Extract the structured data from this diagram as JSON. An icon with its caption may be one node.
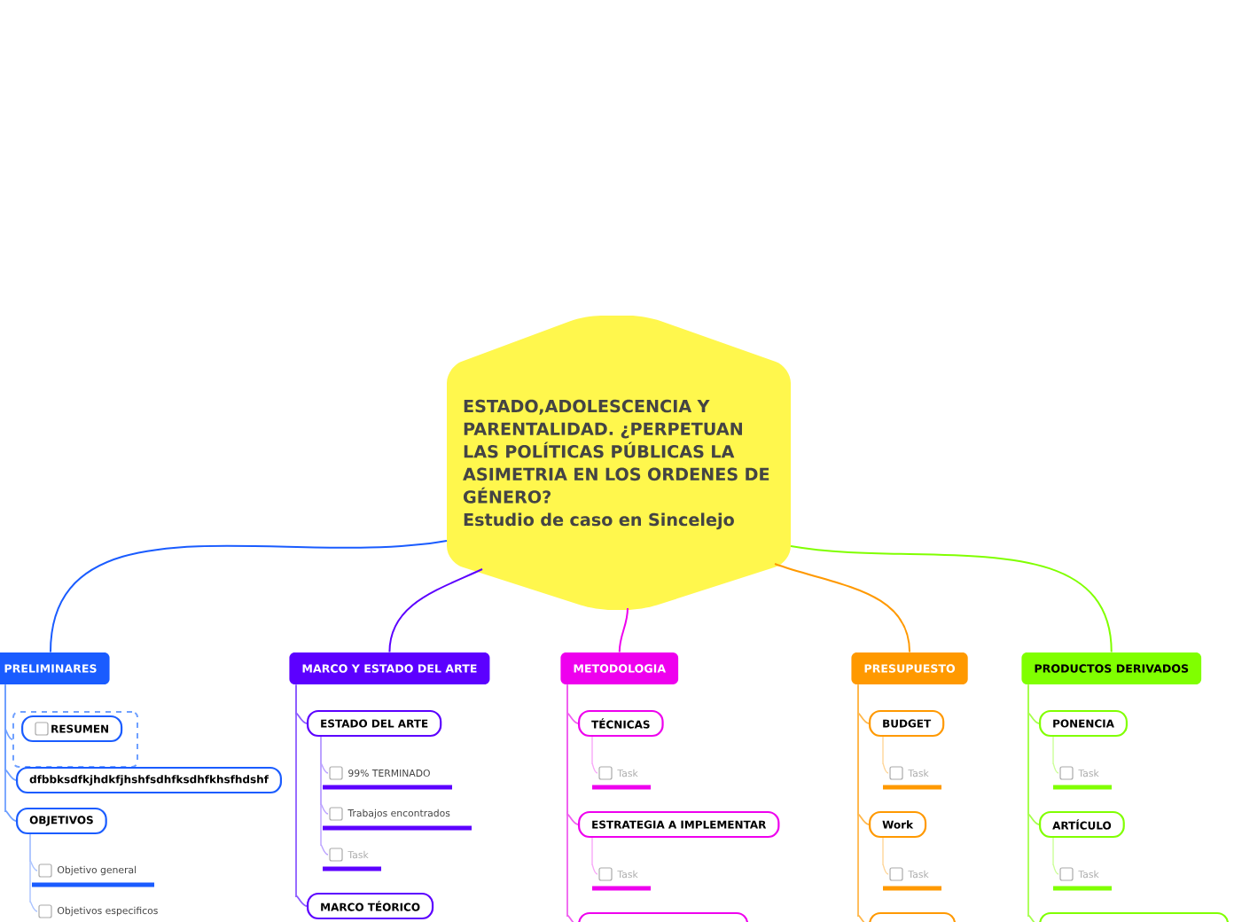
{
  "diagram": {
    "nodes": [
      {
        "text": [
          "ESTADO,ADOLESCENCIA Y PARENTALIDAD. ¿PERPETUAN LAS POLÍTICAS PÚBLICAS LA ASIMETRIA EN LOS ORDENES DE GÉNERO?",
          "Estudio de caso en Sincelejo"
        ]
      },
      {
        "text": [
          "PRELIMINARES"
        ]
      },
      {
        "text": [
          "MARCO Y ESTADO DEL ARTE"
        ]
      },
      {
        "text": [
          "METODOLOGIA"
        ]
      },
      {
        "text": [
          "PRESUPUESTO"
        ]
      },
      {
        "text": [
          "PRODUCTOS DERIVADOS"
        ]
      },
      {
        "text": [],
        "shape": "box"
      },
      {
        "text": [
          "RESUMEN"
        ],
        "in": 6
      },
      {
        "text": [
          "dfbbksdfkjhdkfjhshfsdhfksdhfkhsfhdshf"
        ]
      },
      {
        "text": [
          "OBJETIVOS"
        ]
      },
      {
        "text": [
          "Objetivo general"
        ]
      },
      {
        "text": [
          "Objetivos especificos"
        ]
      },
      {
        "text": [
          "ESTADO  DEL ARTE"
        ]
      },
      {
        "text": [
          "99% TERMINADO"
        ]
      },
      {
        "text": [
          "Trabajos encontrados"
        ]
      },
      {
        "text": [
          "Task"
        ]
      },
      {
        "text": [
          "MARCO TÉORICO"
        ]
      },
      {
        "text": [
          "TÉCNICAS"
        ]
      },
      {
        "text": [
          "Task"
        ]
      },
      {
        "text": [
          "ESTRATEGIA A IMPLEMENTAR"
        ]
      },
      {
        "text": [
          "Task"
        ]
      },
      {
        "text": [],
        "shape": "box"
      },
      {
        "text": [
          "BUDGET"
        ]
      },
      {
        "text": [
          "Task"
        ]
      },
      {
        "text": [
          "Work"
        ]
      },
      {
        "text": [
          "Task"
        ]
      },
      {
        "text": [],
        "shape": "box"
      },
      {
        "text": [
          "PONENCIA"
        ]
      },
      {
        "text": [
          "Task"
        ]
      },
      {
        "text": [
          "ARTÍCULO"
        ]
      },
      {
        "text": [
          "Task"
        ]
      },
      {
        "text": [],
        "shape": "box"
      }
    ],
    "edges": [
      {
        "from": 0,
        "to": 1,
        "arrow": "none",
        "color": "#1a5cff"
      },
      {
        "from": 0,
        "to": 2,
        "arrow": "none",
        "color": "#5c00ff"
      },
      {
        "from": 0,
        "to": 3,
        "arrow": "none",
        "color": "#ee00ee"
      },
      {
        "from": 0,
        "to": 4,
        "arrow": "none",
        "color": "#ff9900"
      },
      {
        "from": 0,
        "to": 5,
        "arrow": "none",
        "color": "#80ff00"
      },
      {
        "from": 1,
        "to": 6,
        "arrow": "none",
        "color": "#6fa0ff"
      },
      {
        "from": 1,
        "to": 8,
        "arrow": "none",
        "color": "#6fa0ff"
      },
      {
        "from": 1,
        "to": 9,
        "arrow": "none",
        "color": "#6fa0ff"
      },
      {
        "from": 9,
        "to": 10,
        "arrow": "none",
        "color": "#a9c2ff"
      },
      {
        "from": 9,
        "to": 11,
        "arrow": "none",
        "color": "#a9c2ff"
      },
      {
        "from": 2,
        "to": 12,
        "arrow": "none",
        "color": "#8d5cff"
      },
      {
        "from": 12,
        "to": 13,
        "arrow": "none",
        "color": "#b9a0ff"
      },
      {
        "from": 12,
        "to": 14,
        "arrow": "none",
        "color": "#b9a0ff"
      },
      {
        "from": 12,
        "to": 15,
        "arrow": "none",
        "color": "#b9a0ff"
      },
      {
        "from": 2,
        "to": 16,
        "arrow": "none",
        "color": "#8d5cff"
      },
      {
        "from": 3,
        "to": 17,
        "arrow": "none",
        "color": "#f060f0"
      },
      {
        "from": 17,
        "to": 18,
        "arrow": "none",
        "color": "#f8a8f8"
      },
      {
        "from": 3,
        "to": 19,
        "arrow": "none",
        "color": "#f060f0"
      },
      {
        "from": 19,
        "to": 20,
        "arrow": "none",
        "color": "#f8a8f8"
      },
      {
        "from": 3,
        "to": 21,
        "arrow": "none",
        "color": "#f060f0"
      },
      {
        "from": 4,
        "to": 22,
        "arrow": "none",
        "color": "#ffb84d"
      },
      {
        "from": 22,
        "to": 23,
        "arrow": "none",
        "color": "#ffd699"
      },
      {
        "from": 4,
        "to": 24,
        "arrow": "none",
        "color": "#ffb84d"
      },
      {
        "from": 24,
        "to": 25,
        "arrow": "none",
        "color": "#ffd699"
      },
      {
        "from": 4,
        "to": 26,
        "arrow": "none",
        "color": "#ffb84d"
      },
      {
        "from": 5,
        "to": 27,
        "arrow": "none",
        "color": "#a6ff4d"
      },
      {
        "from": 27,
        "to": 28,
        "arrow": "none",
        "color": "#ccff99"
      },
      {
        "from": 5,
        "to": 29,
        "arrow": "none",
        "color": "#a6ff4d"
      },
      {
        "from": 29,
        "to": 30,
        "arrow": "none",
        "color": "#ccff99"
      },
      {
        "from": 5,
        "to": 31,
        "arrow": "none",
        "color": "#a6ff4d"
      }
    ]
  }
}
